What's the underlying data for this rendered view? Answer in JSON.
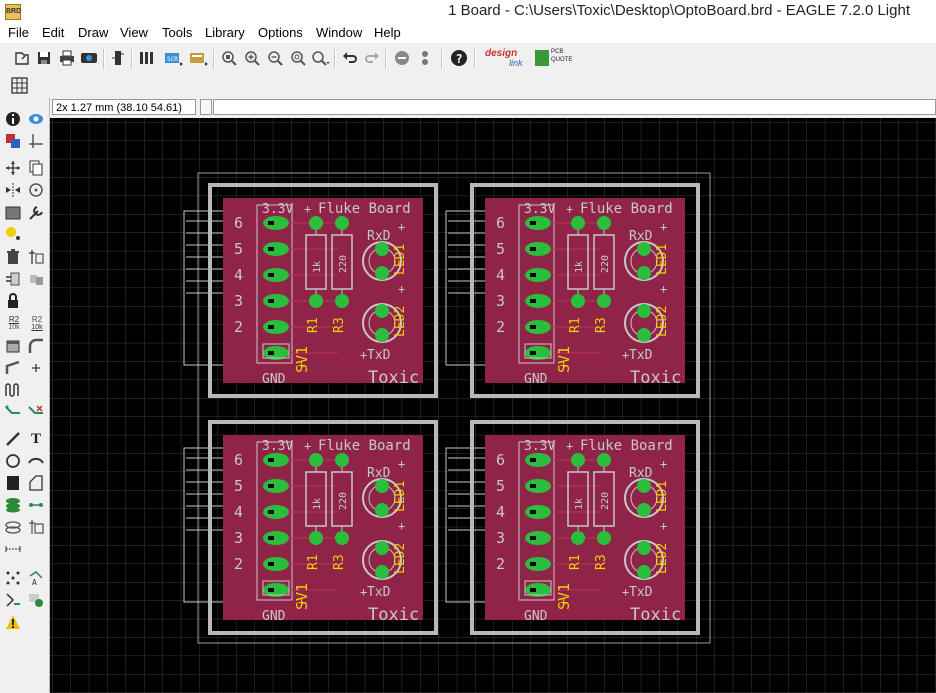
{
  "window": {
    "app_icon_text": "BRD",
    "title": "1 Board - C:\\Users\\Toxic\\Desktop\\OptoBoard.brd - EAGLE 7.2.0 Light"
  },
  "menu": [
    {
      "label": "File",
      "key": "F"
    },
    {
      "label": "Edit",
      "key": "E"
    },
    {
      "label": "Draw",
      "key": "D"
    },
    {
      "label": "View",
      "key": "V"
    },
    {
      "label": "Tools",
      "key": "T"
    },
    {
      "label": "Library",
      "key": "L"
    },
    {
      "label": "Options",
      "key": "O"
    },
    {
      "label": "Window",
      "key": "W"
    },
    {
      "label": "Help",
      "key": "H"
    }
  ],
  "toolbar": {
    "designlink_line1": "design",
    "designlink_line2": "link",
    "pcb_quote_line1": "PCB",
    "pcb_quote_line2": "QUOTE",
    "help_glyph": "?"
  },
  "coord": {
    "readout": "2x 1.27 mm (38.10 54.61)",
    "command_value": ""
  },
  "left_tools": {
    "r2_label": "R2",
    "r2_value": "10k",
    "r2b_label": "R2",
    "r2b_value": "10k",
    "text_tool": "T"
  },
  "board": {
    "pin_numbers": [
      "6",
      "5",
      "4",
      "3",
      "2"
    ],
    "label_3v3": "3.3V",
    "label_title": "Fluke Board",
    "label_rxd": "RxD",
    "label_txd": "TxD",
    "label_gnd": "GND",
    "label_sv1": "SV1",
    "label_r1": "R1",
    "label_r3": "R3",
    "label_led1": "LED1",
    "label_led2": "LED2",
    "label_brand": "Toxic",
    "r1_value": "1k",
    "r3_value": "220",
    "colors": {
      "board": "#8f2448",
      "pad": "#2bbd3c",
      "silk": "#c8c8c8",
      "label": "#f0d000",
      "outline": "#b8b8b8",
      "canvas": "#000000"
    }
  }
}
